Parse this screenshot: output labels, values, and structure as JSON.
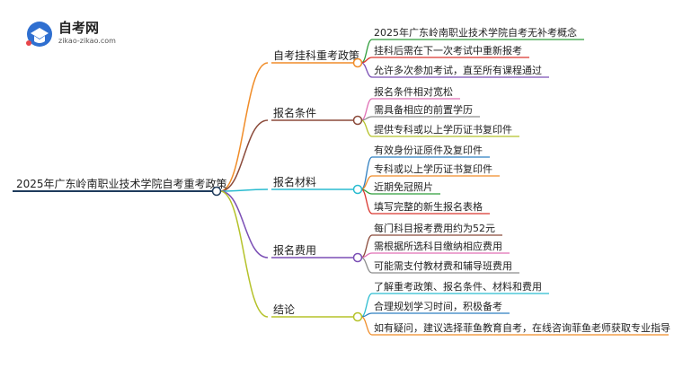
{
  "logo": {
    "title": "自考网",
    "domain": "zikao-zikao.com"
  },
  "root": {
    "label": "2025年广东岭南职业技术学院自考重考政策",
    "color": "#1f3b5c"
  },
  "branches": [
    {
      "label": "自考挂科重考政策",
      "color": "#f08c28",
      "leaves": [
        {
          "label": "2025年广东岭南职业技术学院自考无补考概念",
          "color": "#2e9d3a"
        },
        {
          "label": "挂科后需在下一次考试中重新报考",
          "color": "#d9362e"
        },
        {
          "label": "允许多次参加考试，直至所有课程通过",
          "color": "#7b4fb5"
        }
      ]
    },
    {
      "label": "报名条件",
      "color": "#8b4a3a",
      "leaves": [
        {
          "label": "报名条件相对宽松",
          "color": "#e06fb5"
        },
        {
          "label": "需具备相应的前置学历",
          "color": "#8c8c8c"
        },
        {
          "label": "提供专科或以上学历证书复印件",
          "color": "#b5c22a"
        }
      ]
    },
    {
      "label": "报名材料",
      "color": "#2bbcd0",
      "leaves": [
        {
          "label": "有效身份证原件及复印件",
          "color": "#2f7fc0"
        },
        {
          "label": "专科或以上学历证书复印件",
          "color": "#f08c28"
        },
        {
          "label": "近期免冠照片",
          "color": "#2e9d3a"
        },
        {
          "label": "填写完整的新生报名表格",
          "color": "#d9362e"
        }
      ]
    },
    {
      "label": "报名费用",
      "color": "#7b4fb5",
      "leaves": [
        {
          "label": "每门科目报考费用约为52元",
          "color": "#8b4a3a"
        },
        {
          "label": "需根据所选科目缴纳相应费用",
          "color": "#e06fb5"
        },
        {
          "label": "可能需支付教材费和辅导班费用",
          "color": "#8c8c8c"
        }
      ]
    },
    {
      "label": "结论",
      "color": "#b5c22a",
      "leaves": [
        {
          "label": "了解重考政策、报名条件、材料和费用",
          "color": "#2bbcd0"
        },
        {
          "label": "合理规划学习时间，积极备考",
          "color": "#2f7fc0"
        },
        {
          "label": "如有疑问，建议选择菲鱼教育自考，在线咨询菲鱼老师获取专业指导",
          "color": "#f08c28"
        }
      ]
    }
  ]
}
